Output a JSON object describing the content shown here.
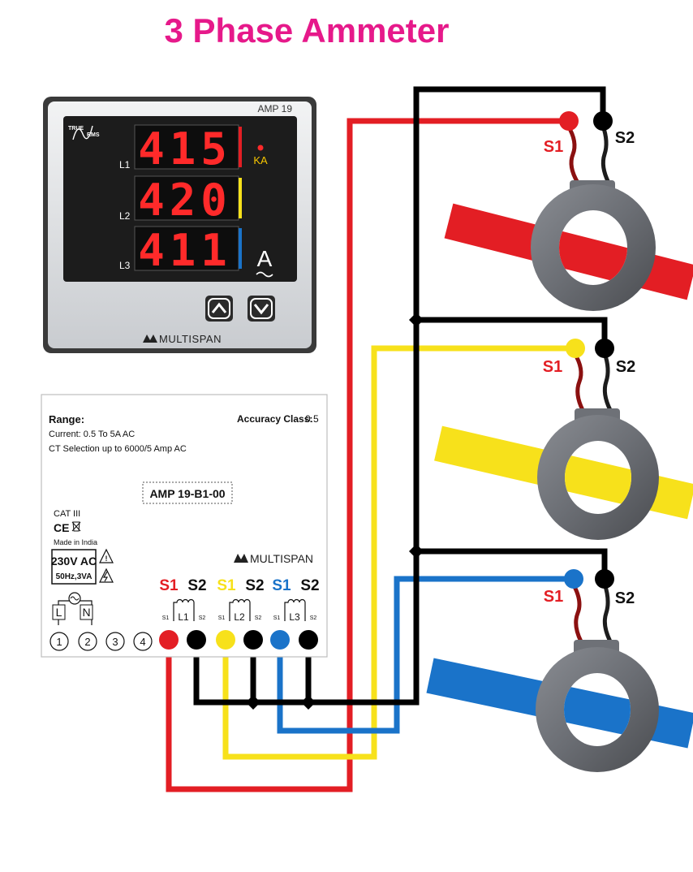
{
  "title": "3 Phase Ammeter",
  "meter": {
    "model": "AMP 19",
    "badge_line1": "TRUE",
    "badge_line2": "RMS",
    "rows": [
      {
        "line": "L1",
        "reading": "415",
        "color": "#e31e24"
      },
      {
        "line": "L2",
        "reading": "420",
        "color": "#f7e11b"
      },
      {
        "line": "L3",
        "reading": "411",
        "color": "#1a73c9"
      }
    ],
    "ka_label": "KA",
    "unit_label": "A",
    "up_button": "up-arrow",
    "down_button": "down-arrow",
    "brand": "MULTISPAN"
  },
  "label_plate": {
    "range_heading": "Range:",
    "current": "Current: 0.5 To 5A AC",
    "ct_selection": "CT Selection up to 6000/5 Amp AC",
    "accuracy_label": "Accuracy Class:",
    "accuracy_value": "0.5",
    "model_code": "AMP 19-B1-00",
    "cat": "CAT III",
    "ce_mark": "CE",
    "made_in": "Made in India",
    "voltage": "230V AC",
    "power": "50Hz,3VA",
    "brand": "MULTISPAN",
    "supply_terminals": [
      "L",
      "N"
    ],
    "terminal_numbers": [
      "1",
      "2",
      "3",
      "4"
    ],
    "ct_terminals": [
      {
        "s1": "S1",
        "s2": "S2",
        "line": "L1",
        "s1_small": "S1",
        "s2_small": "S2",
        "color": "#e31e24"
      },
      {
        "s1": "S1",
        "s2": "S2",
        "line": "L2",
        "s1_small": "S1",
        "s2_small": "S2",
        "color": "#f7e11b"
      },
      {
        "s1": "S1",
        "s2": "S2",
        "line": "L3",
        "s1_small": "S1",
        "s2_small": "S2",
        "color": "#1a73c9"
      }
    ]
  },
  "current_transformers": [
    {
      "s1": "S1",
      "s2": "S2",
      "conductor_color": "#e31e24"
    },
    {
      "s1": "S1",
      "s2": "S2",
      "conductor_color": "#f7e11b"
    },
    {
      "s1": "S1",
      "s2": "S2",
      "conductor_color": "#1a73c9"
    }
  ],
  "colors": {
    "title": "#e6198a",
    "red": "#e31e24",
    "yellow": "#f7e11b",
    "blue": "#1a73c9",
    "black": "#000000"
  }
}
